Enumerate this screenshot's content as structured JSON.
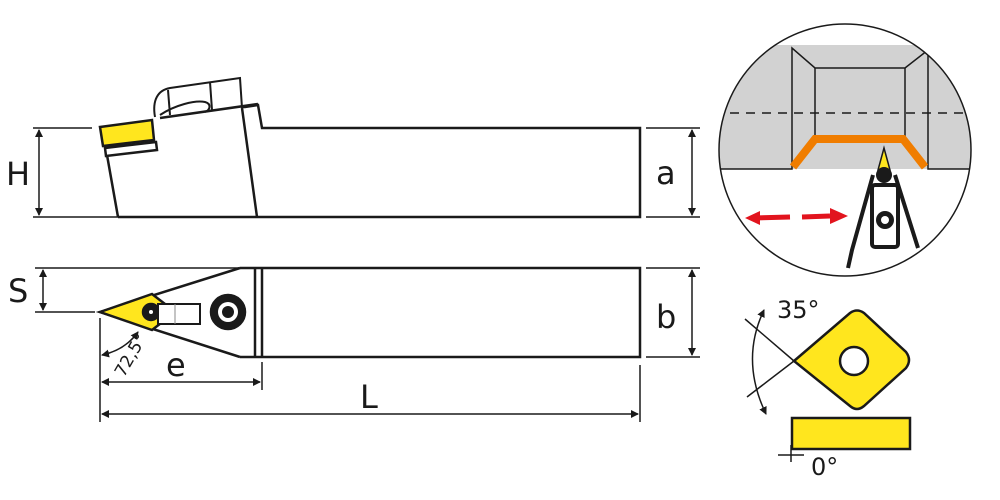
{
  "labels": {
    "H": "H",
    "a": "a",
    "S": "S",
    "b": "b",
    "e": "e",
    "L": "L",
    "angle_approach": "72,5°",
    "angle_insert": "35°",
    "angle_clearance": "0°"
  },
  "colors": {
    "insert": "#ffe61e",
    "chip_path": "#f07d00",
    "arrow": "#e2141e",
    "workpiece": "#d2d2d2",
    "line": "#1a1a1a"
  }
}
